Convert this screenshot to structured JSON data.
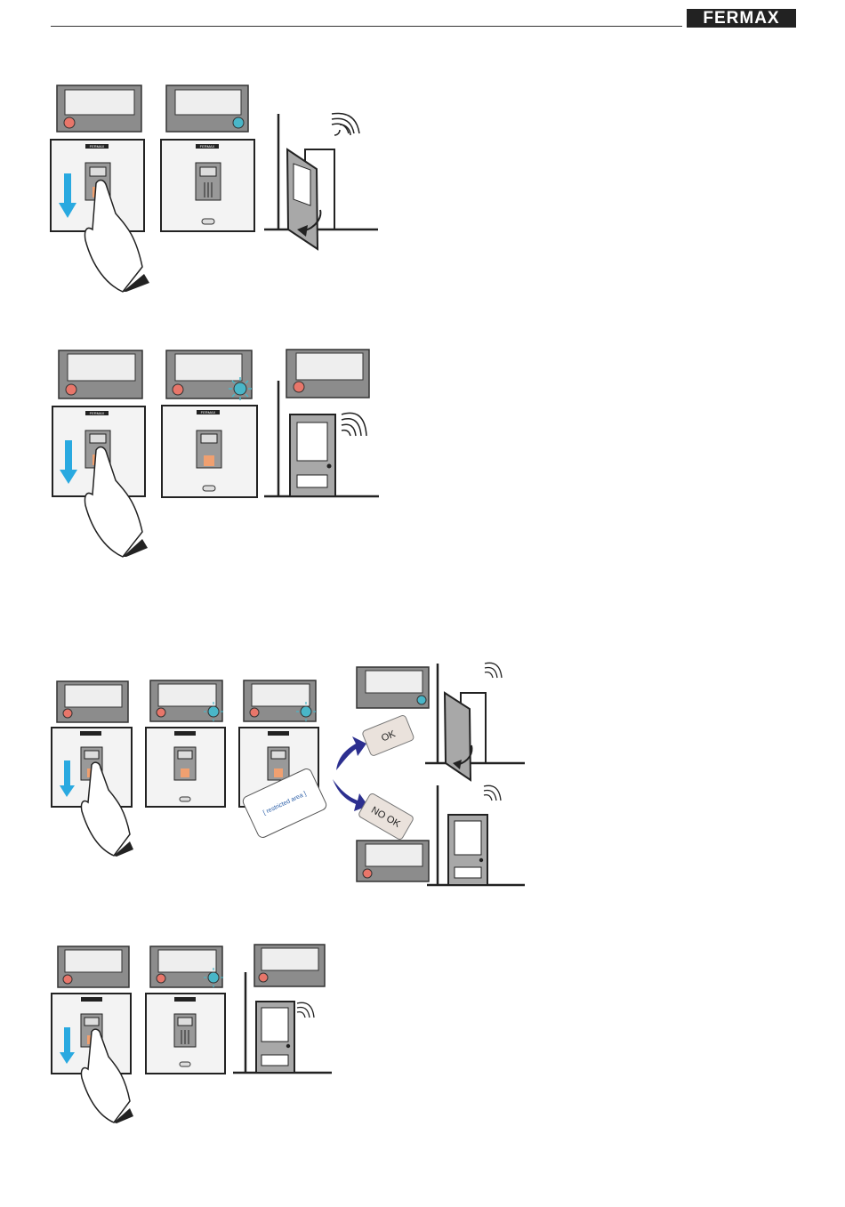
{
  "header": {
    "logo_text": "FERMAX"
  },
  "reader": {
    "brand_strip": "FERMAX"
  },
  "cards": {
    "restricted_label": "[ restricted area ]",
    "ok_label": "OK",
    "no_ok_label": "NO OK"
  },
  "colors": {
    "led_red": "#e8766a",
    "led_blue": "#49b6c8",
    "arrow_blue": "#29a9e0",
    "curve_arrow": "#2c2f8f",
    "door_gray": "#a8a8a8",
    "panel_gray": "#8c8c8c"
  },
  "icons": [
    "fingerprint-reader-icon",
    "finger-hand-icon",
    "down-arrow-icon",
    "door-open-icon",
    "door-closed-icon",
    "wireless-signal-icon",
    "proximity-card-icon"
  ]
}
